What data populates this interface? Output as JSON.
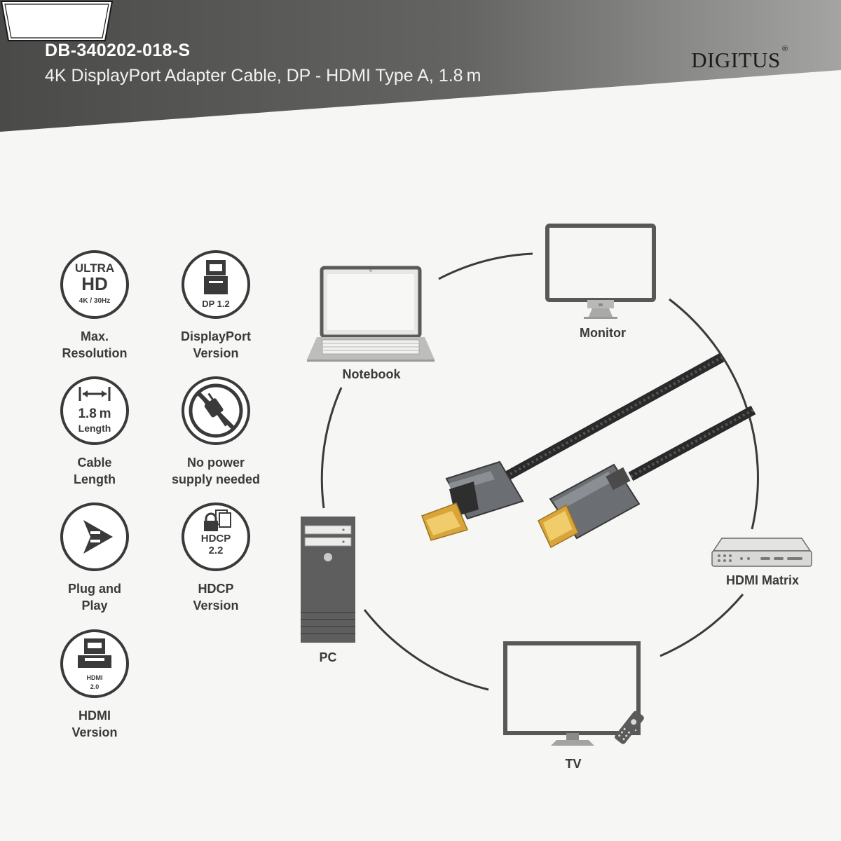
{
  "header": {
    "model": "DB-340202-018-S",
    "subtitle": "4K DisplayPort Adapter Cable, DP - HDMI Type A, 1.8 m",
    "logo": "DIGITUS",
    "logo_mark": "®"
  },
  "features": [
    {
      "icon": "ultra-hd-icon",
      "badge": [
        "ULTRA",
        "HD",
        "4K / 30Hz"
      ],
      "label": [
        "Max.",
        "Resolution"
      ]
    },
    {
      "icon": "displayport-icon",
      "badge": [
        "DP 1.2"
      ],
      "label": [
        "DisplayPort",
        "Version"
      ]
    },
    {
      "icon": "cable-length-icon",
      "badge": [
        "1.8 m",
        "Length"
      ],
      "label": [
        "Cable",
        "Length"
      ]
    },
    {
      "icon": "no-power-plug-icon",
      "badge": [],
      "label": [
        "No power",
        "supply needed"
      ]
    },
    {
      "icon": "plug-and-play-icon",
      "badge": [],
      "label": [
        "Plug and",
        "Play"
      ]
    },
    {
      "icon": "hdcp-lock-icon",
      "badge": [
        "HDCP",
        "2.2"
      ],
      "label": [
        "HDCP",
        "Version"
      ]
    },
    {
      "icon": "hdmi-port-icon",
      "badge": [
        "HDMI",
        "2.0"
      ],
      "label": [
        "HDMI",
        "Version"
      ]
    }
  ],
  "devices": {
    "notebook": "Notebook",
    "monitor": "Monitor",
    "hdmi_matrix": "HDMI Matrix",
    "pc": "PC",
    "tv": "TV"
  },
  "colors": {
    "header_dark": "#4e4e4d",
    "header_light": "#8a8a88",
    "background": "#f6f6f5",
    "text": "#3a3a3a",
    "gold": "#d9a53a",
    "connector": "#6b6e72"
  }
}
